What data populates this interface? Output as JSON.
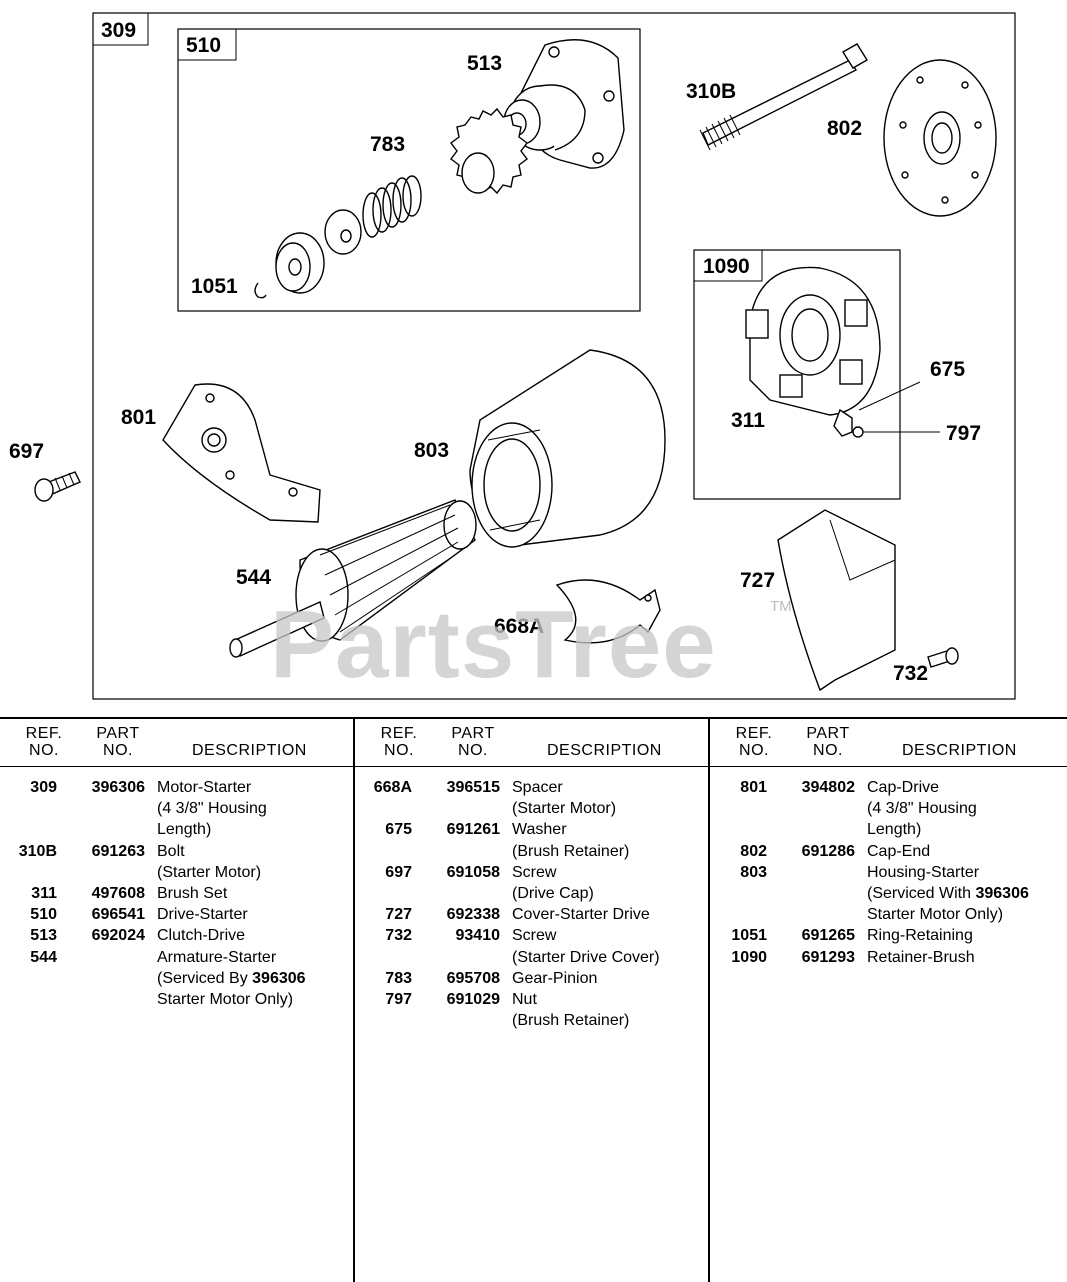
{
  "diagram": {
    "assembly_label": "309",
    "subassemblies": [
      {
        "id": "drive",
        "label": "510"
      },
      {
        "id": "retainer",
        "label": "1090"
      }
    ],
    "callouts": {
      "c513": "513",
      "c783": "783",
      "c1051": "1051",
      "c310B": "310B",
      "c802": "802",
      "c675": "675",
      "c311": "311",
      "c797": "797",
      "c697": "697",
      "c801": "801",
      "c803": "803",
      "c544": "544",
      "c668A": "668A",
      "c727": "727",
      "c732": "732"
    },
    "watermark": "PartsTree",
    "trademark": "TM"
  },
  "table": {
    "headers": {
      "ref": [
        "REF.",
        "NO."
      ],
      "part": [
        "PART",
        "NO."
      ],
      "description": "DESCRIPTION"
    },
    "columns": [
      [
        {
          "ref": "309",
          "part": "396306",
          "desc": [
            "Motor-Starter",
            "(4 3/8\" Housing",
            "Length)"
          ]
        },
        {
          "ref": "310B",
          "part": "691263",
          "desc": [
            "Bolt",
            "(Starter Motor)"
          ]
        },
        {
          "ref": "311",
          "part": "497608",
          "desc": [
            "Brush Set"
          ]
        },
        {
          "ref": "510",
          "part": "696541",
          "desc": [
            "Drive-Starter"
          ]
        },
        {
          "ref": "513",
          "part": "692024",
          "desc": [
            "Clutch-Drive"
          ]
        },
        {
          "ref": "544",
          "part": "",
          "desc": [
            "Armature-Starter",
            "(Serviced By |396306|",
            "Starter Motor Only)"
          ]
        }
      ],
      [
        {
          "ref": "668A",
          "part": "396515",
          "desc": [
            "Spacer",
            "(Starter Motor)"
          ]
        },
        {
          "ref": "675",
          "part": "691261",
          "desc": [
            "Washer",
            "(Brush Retainer)"
          ]
        },
        {
          "ref": "697",
          "part": "691058",
          "desc": [
            "Screw",
            "(Drive Cap)"
          ]
        },
        {
          "ref": "727",
          "part": "692338",
          "desc": [
            "Cover-Starter Drive"
          ]
        },
        {
          "ref": "732",
          "part": "93410",
          "desc": [
            "Screw",
            "(Starter Drive Cover)"
          ]
        },
        {
          "ref": "783",
          "part": "695708",
          "desc": [
            "Gear-Pinion"
          ]
        },
        {
          "ref": "797",
          "part": "691029",
          "desc": [
            "Nut",
            "(Brush Retainer)"
          ]
        }
      ],
      [
        {
          "ref": "801",
          "part": "394802",
          "desc": [
            "Cap-Drive",
            "(4 3/8\" Housing",
            "Length)"
          ]
        },
        {
          "ref": "802",
          "part": "691286",
          "desc": [
            "Cap-End"
          ]
        },
        {
          "ref": "803",
          "part": "",
          "desc": [
            "Housing-Starter",
            "(Serviced With |396306|",
            "Starter Motor Only)"
          ]
        },
        {
          "ref": "1051",
          "part": "691265",
          "desc": [
            "Ring-Retaining"
          ]
        },
        {
          "ref": "1090",
          "part": "691293",
          "desc": [
            "Retainer-Brush"
          ]
        }
      ]
    ]
  }
}
